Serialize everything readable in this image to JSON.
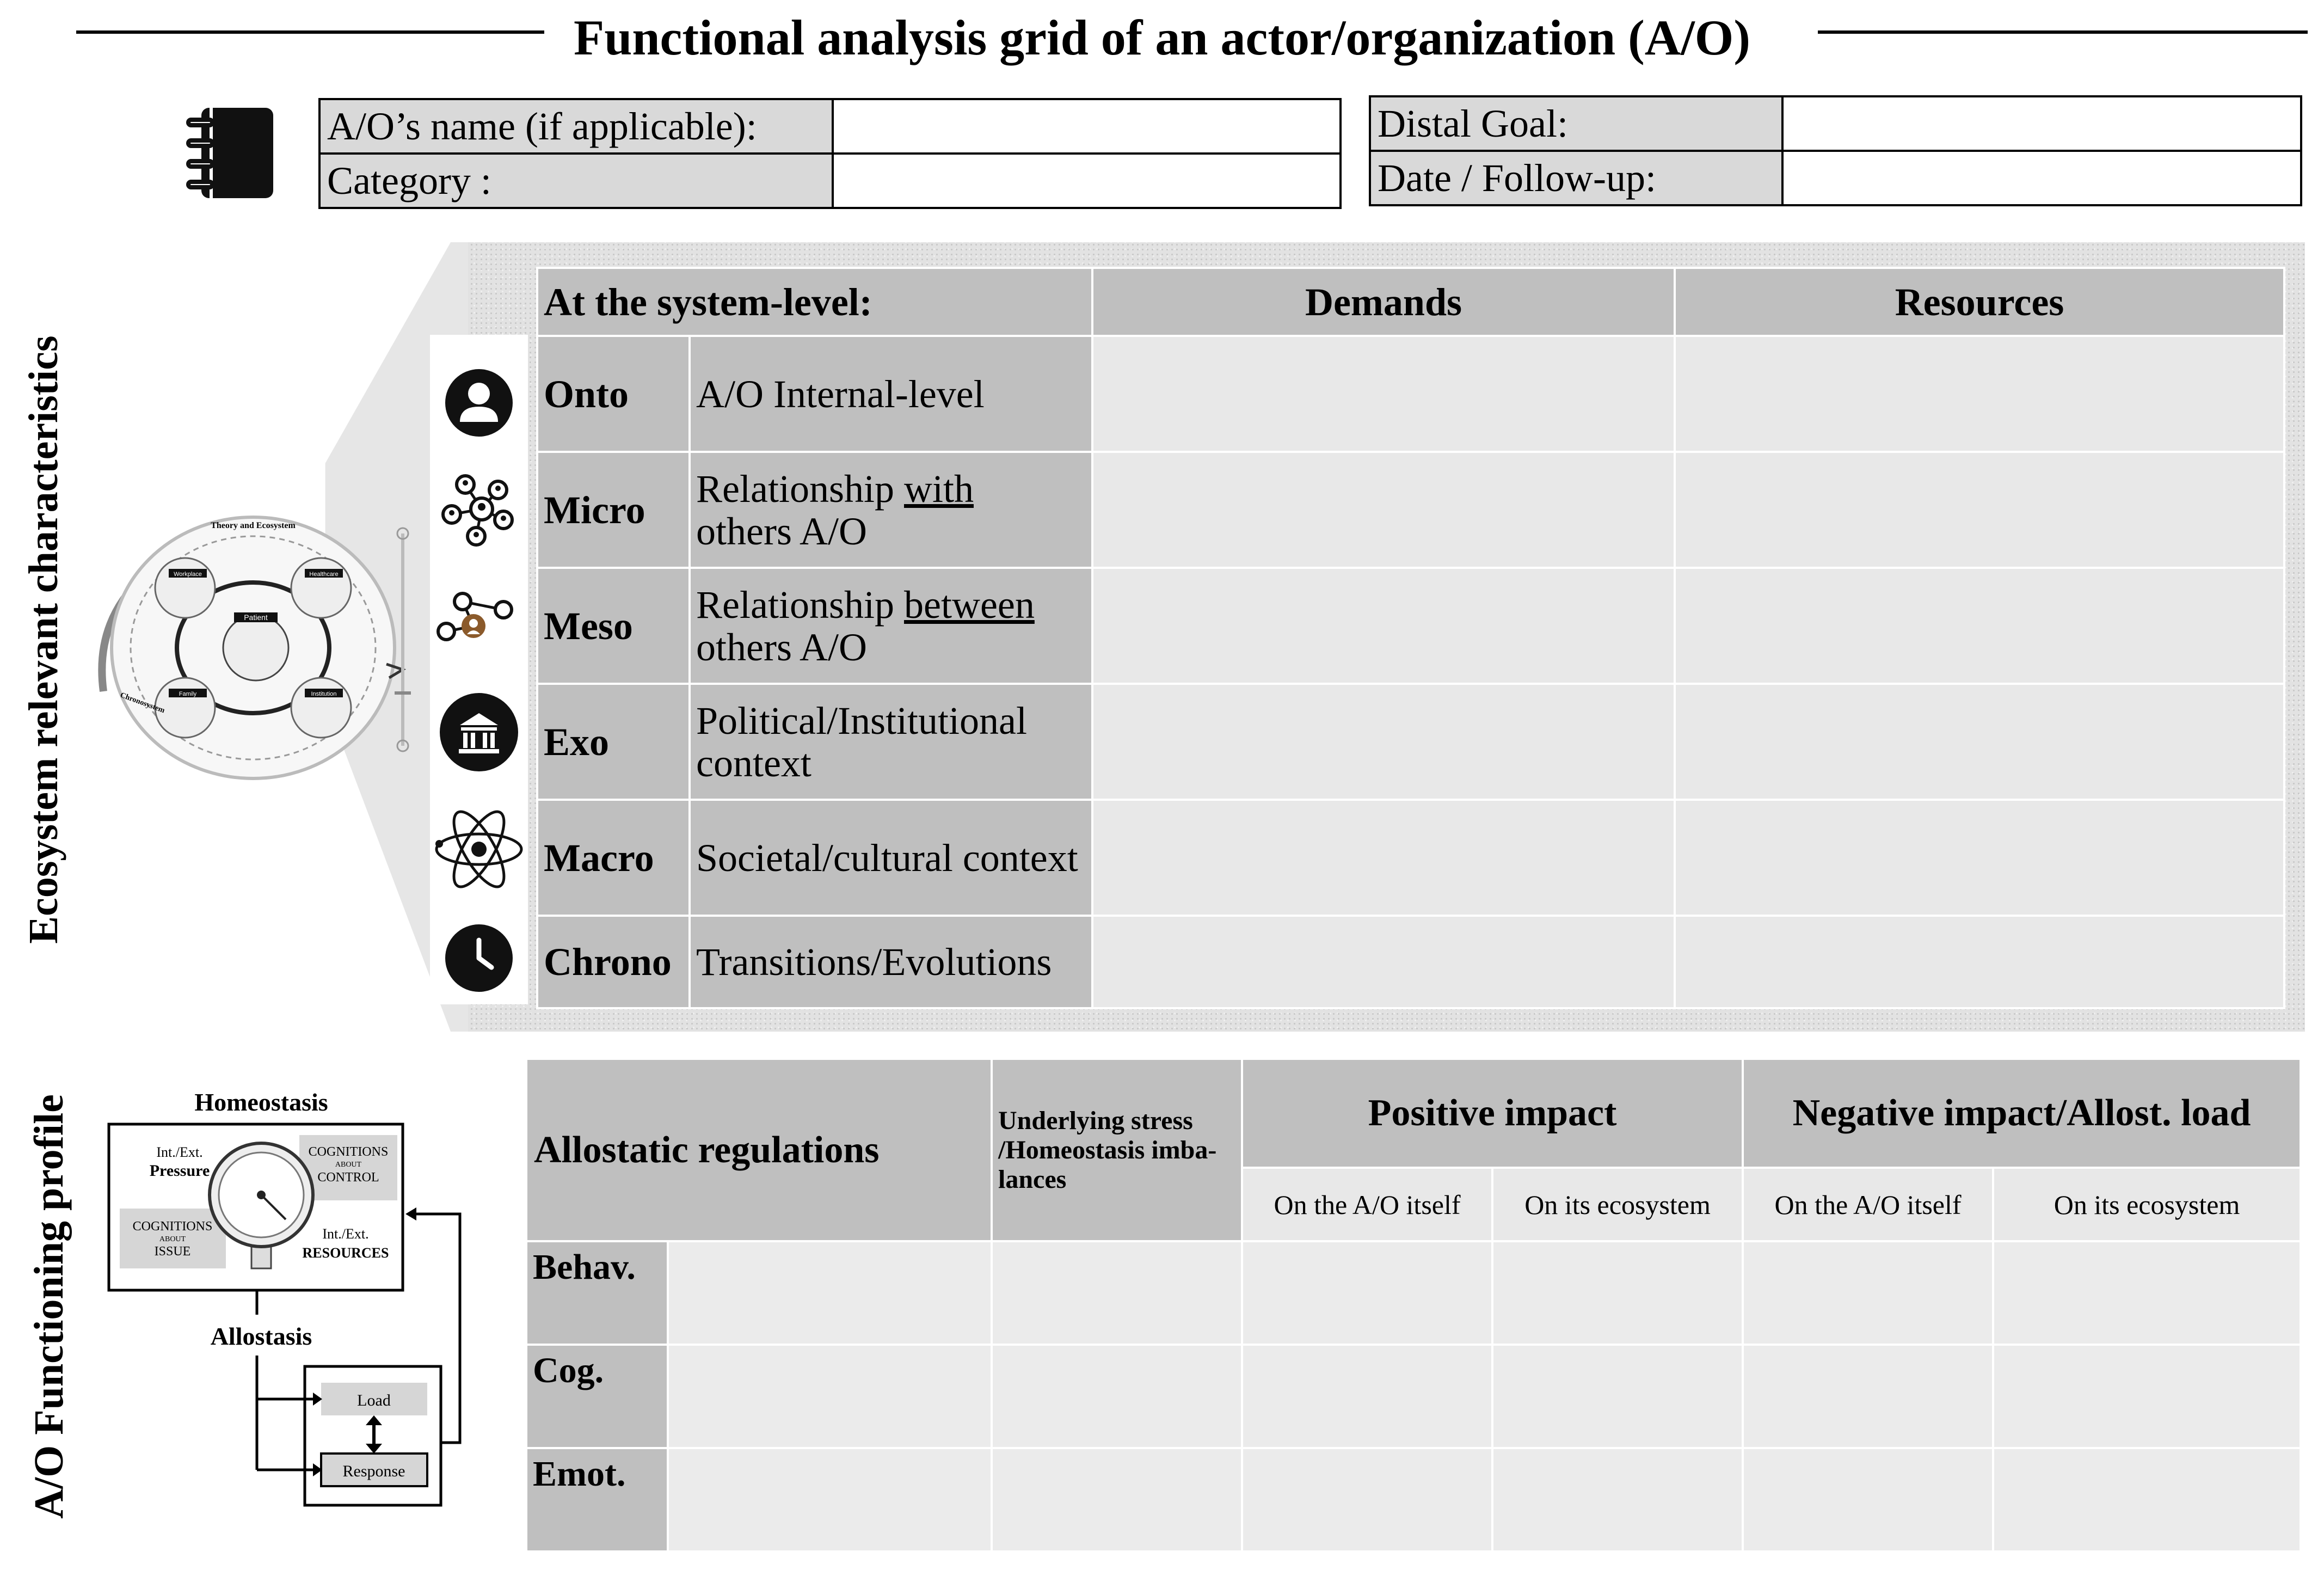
{
  "title": "Functional analysis grid of an actor/organization (A/O)",
  "header": {
    "ao_name_label": "A/O’s name (if applicable):",
    "category_label": "Category :",
    "distal_goal_label": "Distal Goal:",
    "date_label": "Date / Follow-up:",
    "ao_name_value": "",
    "category_value": "",
    "distal_goal_value": "",
    "date_value": ""
  },
  "eco": {
    "side_label": "Ecosystem relevant  characteristics",
    "system_level": "At the system-level:",
    "demands": "Demands",
    "resources": "Resources",
    "levels": [
      {
        "name": "Onto",
        "desc": "A/O Internal-level",
        "icon": "person-icon"
      },
      {
        "name": "Micro",
        "desc_pre": "Relationship ",
        "desc_u": "with",
        "desc_post": "others A/O",
        "icon": "network-icon"
      },
      {
        "name": "Meso",
        "desc_pre": "Relationship ",
        "desc_u": "between",
        "desc_post": "others A/O",
        "icon": "linked-people-icon"
      },
      {
        "name": "Exo",
        "desc": "Political/Institutional context",
        "icon": "institution-icon"
      },
      {
        "name": "Macro",
        "desc": "Societal/cultural context",
        "icon": "atom-icon"
      },
      {
        "name": "Chrono",
        "desc": "Transitions/Evolutions",
        "icon": "clock-icon"
      }
    ],
    "diagram": {
      "title": "Theory and Ecosystem",
      "boxes": [
        "Workplace",
        "Healthcare",
        "Family",
        "Institution"
      ],
      "center": "Patient",
      "left_label": "Chronosystem"
    }
  },
  "fp": {
    "side_label": "A/O Functioning profile",
    "allostatic": "Allostatic regulations",
    "underlying": "Underlying stress /Homeostasis imba-lances",
    "positive": "Positive impact",
    "negative": "Negative impact/Allost. load",
    "on_itself": "On the A/O itself",
    "on_ecosystem": "On its ecosystem",
    "rows": [
      "Behav.",
      "Cog.",
      "Emot."
    ],
    "diagram": {
      "homeostasis": "Homeostasis",
      "pressure_1": "Int./Ext.",
      "pressure_2": "Pressure",
      "control_1": "COGNITIONS",
      "control_2": "ABOUT",
      "control_3": "CONTROL",
      "issue_1": "COGNITIONS",
      "issue_2": "ABOUT",
      "issue_3": "ISSUE",
      "resources_1": "Int./Ext.",
      "resources_2": "RESOURCES",
      "allostasis": "Allostasis",
      "load": "Load",
      "response": "Response"
    }
  }
}
